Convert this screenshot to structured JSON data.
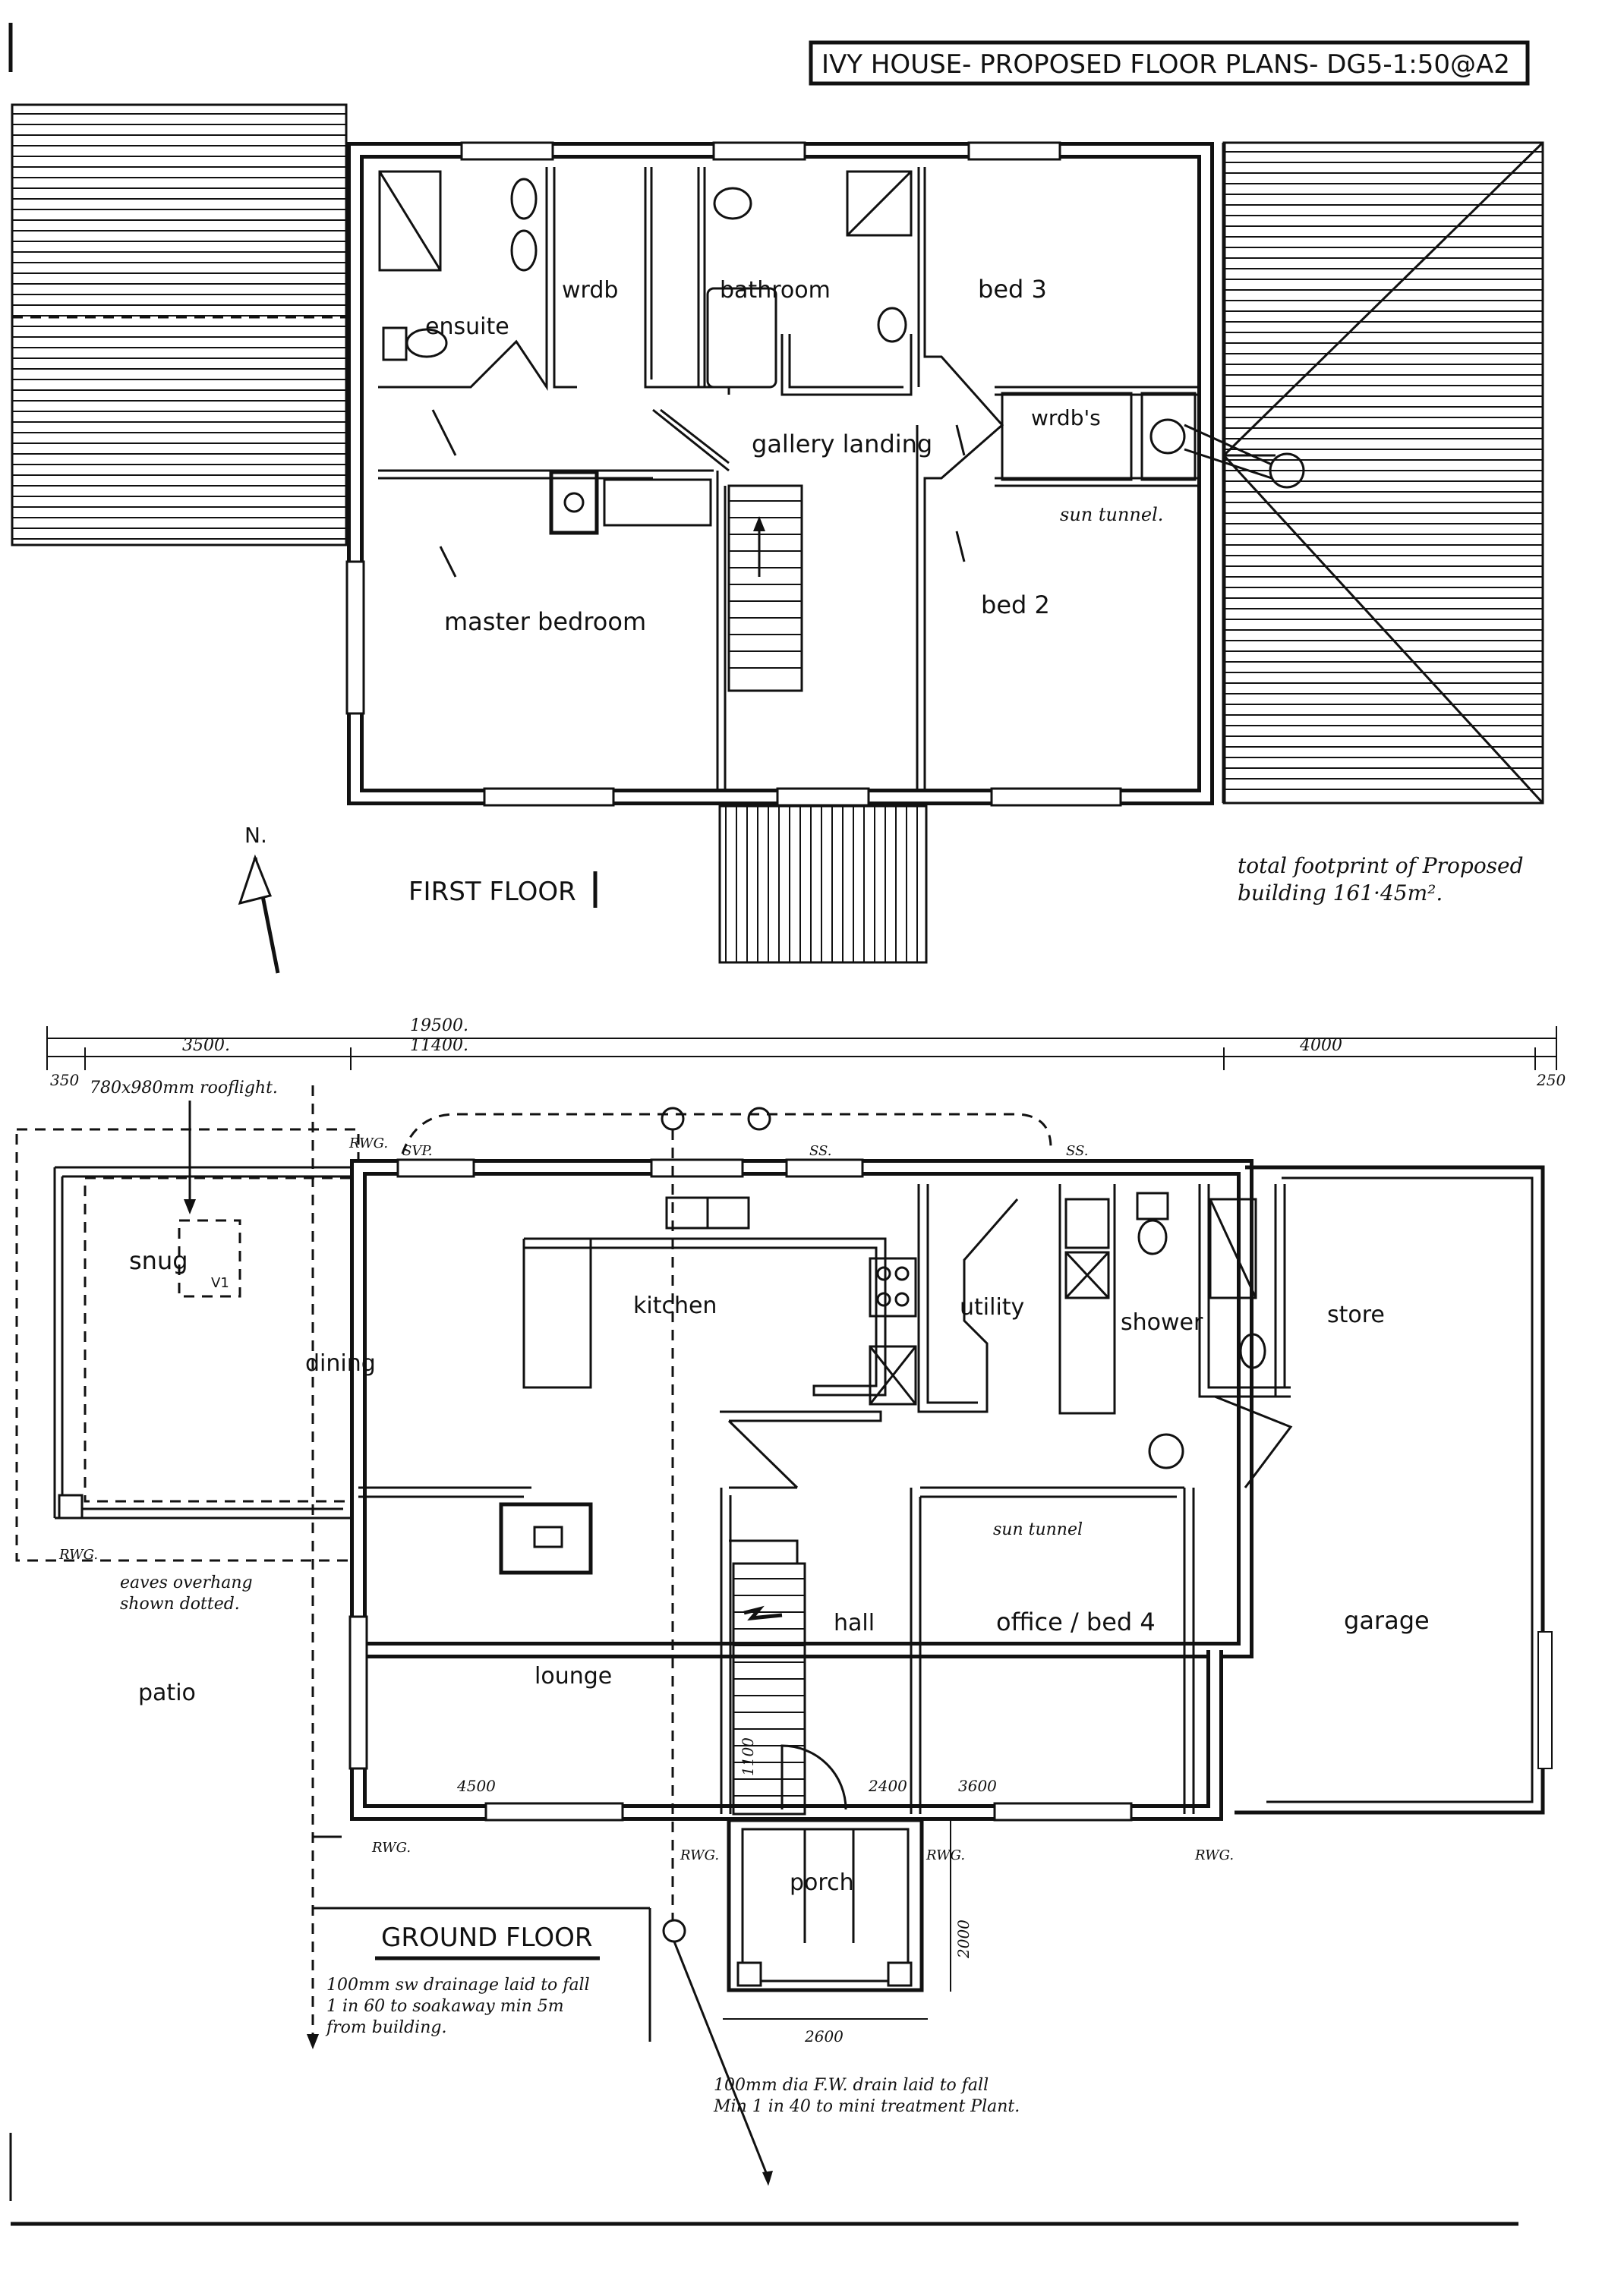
{
  "title": "IVY HOUSE- PROPOSED FLOOR PLANS- DG5-1:50@A2",
  "north": "N.",
  "first_floor": {
    "heading": "FIRST FLOOR",
    "rooms": {
      "ensuite": "ensuite",
      "wardrobe": "wrdb",
      "bathroom": "bathroom",
      "bed3": "bed 3",
      "wardrobes": "wrdb's",
      "gallery": "gallery landing",
      "sun_tunnel": "sun tunnel.",
      "master": "master bedroom",
      "bed2": "bed 2"
    },
    "footprint_note": [
      "total footprint of Proposed",
      "building 161·45m²."
    ]
  },
  "ground_floor": {
    "heading": "GROUND FLOOR",
    "rooms": {
      "snug": "snug",
      "dining": "dining",
      "kitchen": "kitchen",
      "utility": "utility",
      "shower": "shower",
      "store": "store",
      "sun_tunnel": "sun tunnel",
      "hall": "hall",
      "office": "office / bed 4",
      "garage": "garage",
      "lounge": "lounge",
      "patio": "patio",
      "porch": "porch"
    },
    "dimensions": {
      "overall": "19500.",
      "snug_width": "3500.",
      "main_width": "11400.",
      "garage_width": "4000",
      "left_overhang": "350",
      "right_overhang": "250",
      "lounge_width": "4500",
      "hall_width": "2400",
      "office_width": "3600",
      "hall_step": "1100",
      "porch_width": "2600",
      "porch_depth": "2000"
    },
    "annotations": {
      "rooflight": "780x980mm rooflight.",
      "v1": "V1",
      "eaves": [
        "eaves overhang",
        "shown dotted."
      ],
      "rwg": "RWG.",
      "svp": "SVP.",
      "ss": "SS.",
      "sw_drain": [
        "100mm sw drainage laid to fall",
        "1 in 60 to soakaway min 5m",
        "from building."
      ],
      "fw_drain": [
        "100mm dia F.W. drain laid to fall",
        "Min 1 in 40 to mini treatment Plant."
      ]
    }
  }
}
